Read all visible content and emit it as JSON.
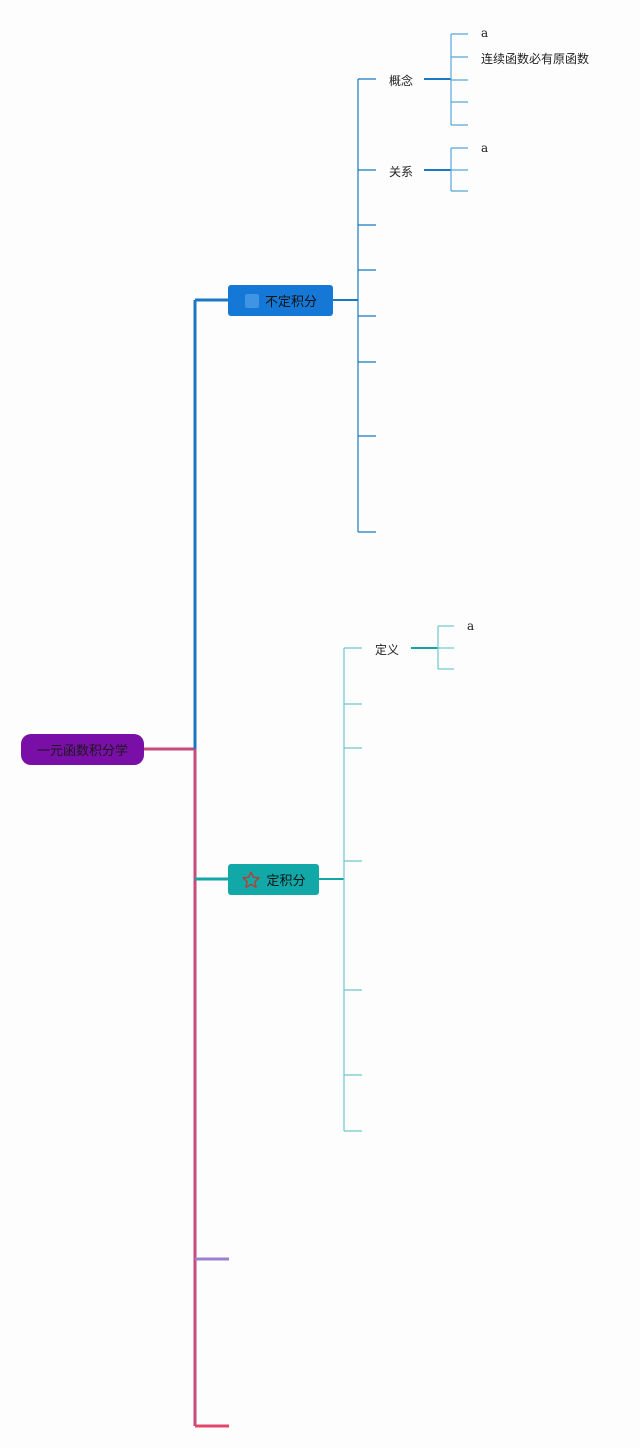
{
  "colors": {
    "root_fill": "#7a0fa8",
    "root_connector": "#c64b7c",
    "branch1_fill": "#1577d6",
    "branch1_line": "#1a78c2",
    "branch1_sub_line": "#5aa6d8",
    "branch2_fill": "#12a8a8",
    "branch2_line": "#14a6a6",
    "branch2_sub_line": "#6fc8cc",
    "branch3_line": "#9b7fd0",
    "branch4_line": "#e2466a",
    "star_icon": "#c0392b"
  },
  "root": {
    "label": "一元函数积分学"
  },
  "branches": [
    {
      "label": "不定积分",
      "icon": "square-note-icon",
      "children": [
        {
          "label": "概念",
          "children": [
            "a",
            "连续函数必有原函数",
            "",
            "",
            ""
          ]
        },
        {
          "label": "关系",
          "children": [
            "a",
            "",
            ""
          ]
        },
        {
          "label": ""
        },
        {
          "label": ""
        },
        {
          "label": ""
        },
        {
          "label": ""
        },
        {
          "label": ""
        },
        {
          "label": ""
        }
      ]
    },
    {
      "label": "定积分",
      "icon": "star-icon",
      "children": [
        {
          "label": "定义",
          "children": [
            "a",
            "",
            ""
          ]
        },
        {
          "label": ""
        },
        {
          "label": ""
        },
        {
          "label": ""
        },
        {
          "label": ""
        },
        {
          "label": ""
        },
        {
          "label": ""
        }
      ]
    },
    {
      "label": ""
    },
    {
      "label": ""
    }
  ]
}
